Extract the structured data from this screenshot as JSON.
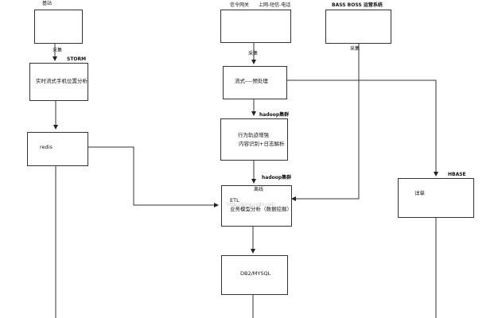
{
  "labels": {
    "base_station": "基站",
    "signaling_gateway": "信令网关",
    "internet_sms_call": "上网-短信-电话",
    "bass_boss": "BASS BOSS 运营系统",
    "collect_1": "采集",
    "storm": "STORM",
    "collect_2": "采集",
    "collect_3": "采集",
    "hadoop_1": "hadoop集群",
    "hadoop_2": "hadoop集群",
    "offline": "离线",
    "hbase": "HBASE"
  },
  "boxes": {
    "realtime": "实时流式手机位置分析",
    "redis": "redis",
    "stream": "流式----预处理",
    "behavior_line1": "行为轨迹增强",
    "behavior_line2": "内容识别+日志解析",
    "etl_line1": "ETL",
    "etl_line2": "业务模型分析（数据挖掘）",
    "detail": "详单",
    "db": "DB2/MYSQL"
  },
  "watermark": "http://blog.csdn.net/"
}
